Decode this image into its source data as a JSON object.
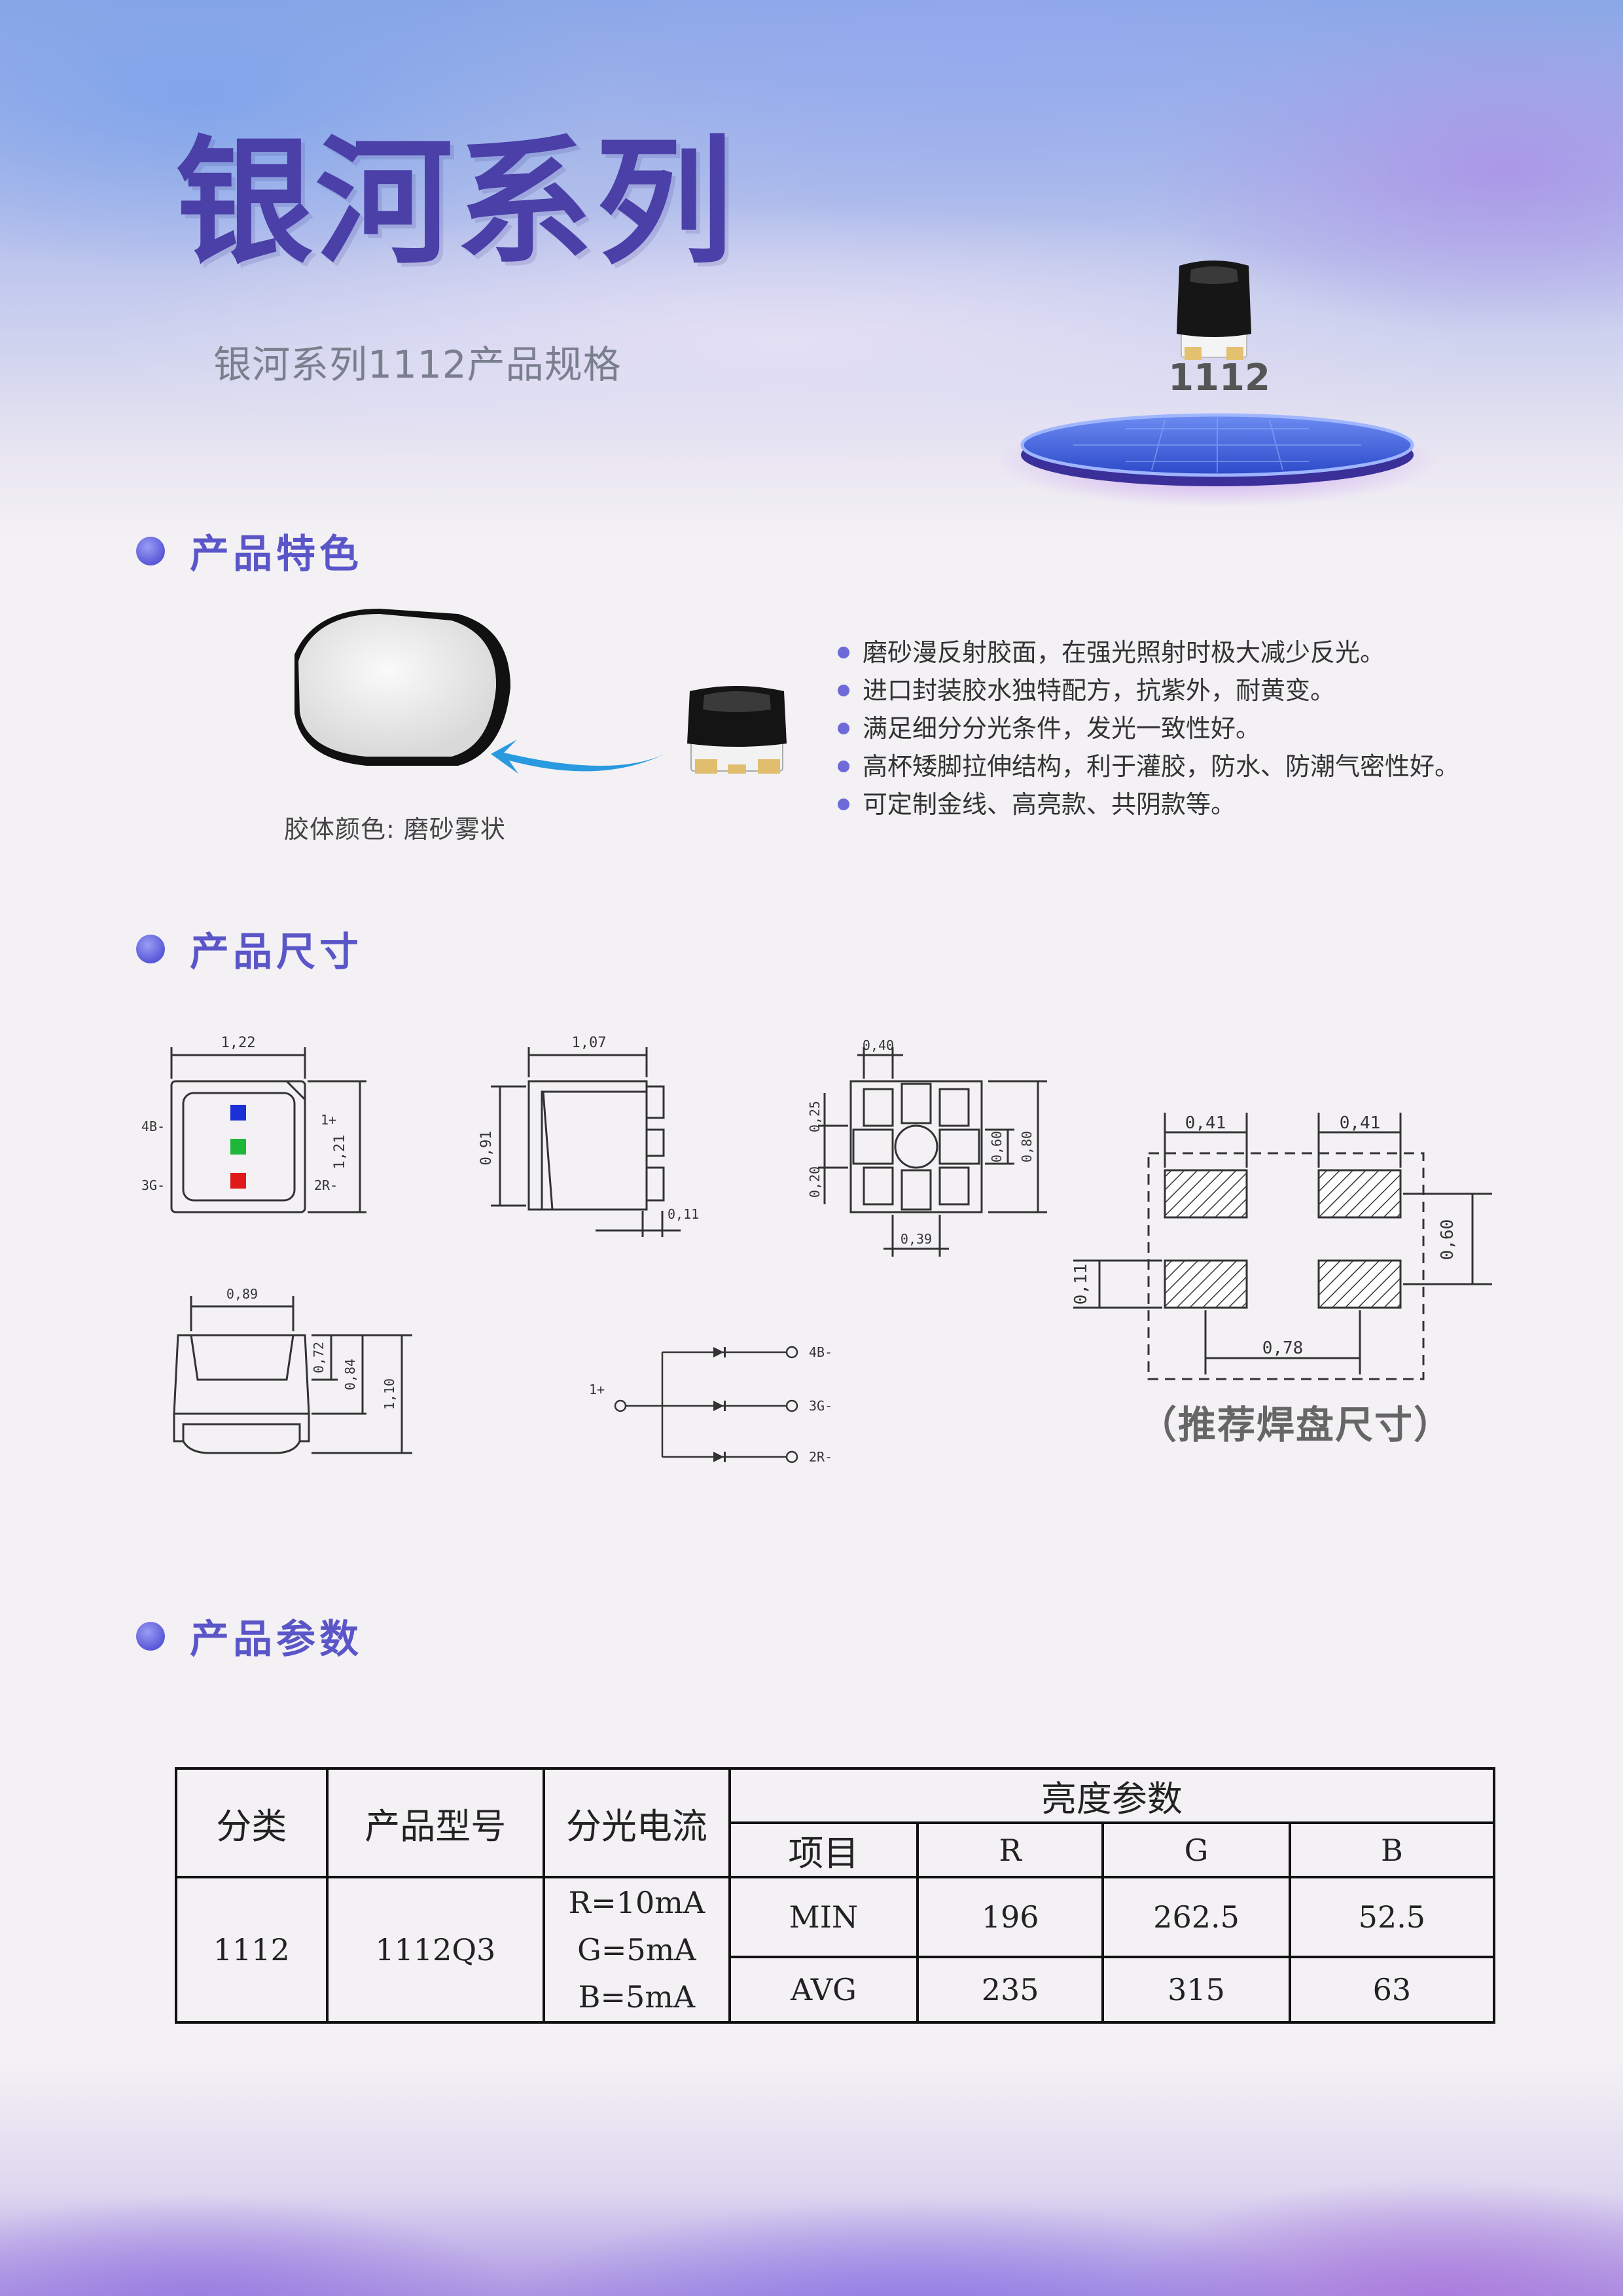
{
  "header": {
    "title": "银河系列",
    "subtitle": "银河系列1112产品规格",
    "product_label": "1112"
  },
  "sections": {
    "features": "产品特色",
    "dimensions": "产品尺寸",
    "parameters": "产品参数"
  },
  "features": {
    "caption": "胶体颜色: 磨砂雾状",
    "items": [
      "磨砂漫反射胶面，在强光照射时极大减少反光。",
      "进口封装胶水独特配方，抗紫外，耐黄变。",
      "满足细分分光条件，发光一致性好。",
      "高杯矮脚拉伸结构，利于灌胶，防水、防潮气密性好。",
      "可定制金线、高亮款、共阴款等。"
    ]
  },
  "dimensions": {
    "top_view": {
      "width": "1,22",
      "height": "1,21",
      "pin_b": "4B-",
      "pin_g": "3G-",
      "pin_r": "2R-",
      "pin_common": "1+"
    },
    "side_view": {
      "width": "1,07",
      "height": "0,91",
      "lead": "0,11"
    },
    "bottom_view": {
      "pad_w": "0,40",
      "pad_h1": "0,25",
      "pad_h2": "0,20",
      "mid": "0,60",
      "total": "0,80",
      "bottom_w": "0,39"
    },
    "front_view": {
      "width": "0,89",
      "h1": "0,72",
      "h2": "0,84",
      "h3": "1,10"
    },
    "circuit": {
      "common": "1+",
      "b": "4B-",
      "g": "3G-",
      "r": "2R-"
    },
    "pad_layout": {
      "pad_w_left": "0,41",
      "pad_w_right": "0,41",
      "pitch_v": "0,60",
      "pad_h": "0,11",
      "spacing": "0,78"
    },
    "pad_caption": "（推荐焊盘尺寸）",
    "led_colors": {
      "blue": "#1a2fd6",
      "green": "#1db83a",
      "red": "#e01a1a"
    }
  },
  "table": {
    "headers": {
      "category": "分类",
      "model": "产品型号",
      "current": "分光电流",
      "brightness": "亮度参数",
      "item": "项目",
      "r": "R",
      "g": "G",
      "b": "B"
    },
    "row": {
      "category": "1112",
      "model": "1112Q3",
      "current_r": "R=10mA",
      "current_g": "G=5mA",
      "current_b": "B=5mA"
    },
    "min": {
      "label": "MIN",
      "r": "196",
      "g": "262.5",
      "b": "52.5"
    },
    "avg": {
      "label": "AVG",
      "r": "235",
      "g": "315",
      "b": "63"
    }
  },
  "theme": {
    "accent": "#5a56c8",
    "title": "#4b3fa8"
  }
}
